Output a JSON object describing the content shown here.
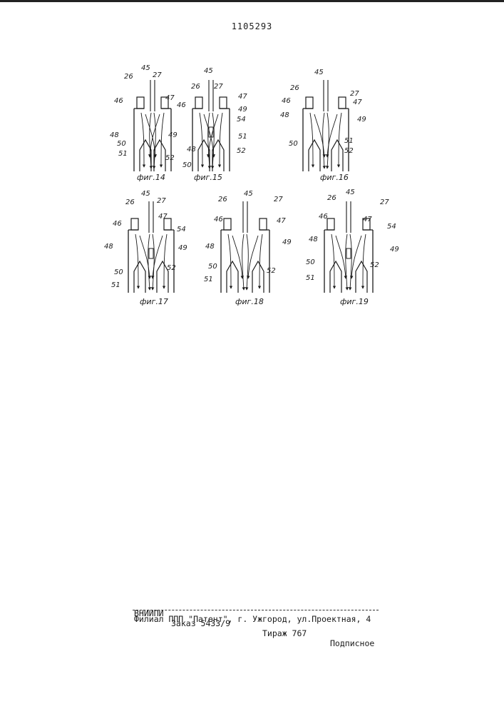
{
  "document": {
    "patent_number": "1105293"
  },
  "figures": [
    {
      "caption": "фиг.14",
      "labels": [
        "26",
        "45",
        "27",
        "46",
        "47",
        "48",
        "49",
        "50",
        "51",
        "52"
      ]
    },
    {
      "caption": "фиг.15",
      "labels": [
        "26",
        "45",
        "27",
        "46",
        "47",
        "49",
        "54",
        "51",
        "48",
        "50",
        "52"
      ]
    },
    {
      "caption": "фиг.16",
      "labels": [
        "26",
        "45",
        "27",
        "46",
        "47",
        "48",
        "49",
        "50",
        "51",
        "52"
      ]
    },
    {
      "caption": "фиг.17",
      "labels": [
        "26",
        "45",
        "27",
        "46",
        "47",
        "54",
        "48",
        "49",
        "50",
        "51",
        "52"
      ]
    },
    {
      "caption": "фиг.18",
      "labels": [
        "26",
        "45",
        "27",
        "46",
        "47",
        "48",
        "49",
        "50",
        "51",
        "52"
      ]
    },
    {
      "caption": "фиг.19",
      "labels": [
        "26",
        "45",
        "27",
        "46",
        "47",
        "54",
        "48",
        "49",
        "50",
        "51",
        "52"
      ]
    }
  ],
  "footer": {
    "org": "ВНИИПИ",
    "order": "Заказ 5433/9",
    "circulation": "Тираж 767",
    "subscription": "Подписное",
    "branch": "Филиал ППП \"Патент\", г. Ужгород, ул.Проектная, 4"
  }
}
